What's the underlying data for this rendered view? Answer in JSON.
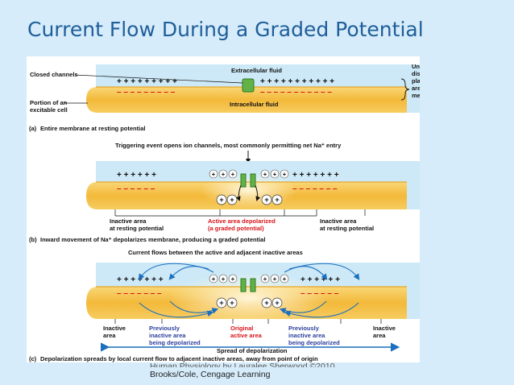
{
  "slide": {
    "title": "Current Flow During a Graded Potential",
    "credit_line1": "Human Physiology by Lauralee Sherwood ©2010",
    "credit_line2": "Brooks/Cole, Cengage Learning"
  },
  "colors": {
    "background": "#d6ecfb",
    "title": "#1f5e98",
    "extracellular": "#cde9f7",
    "cell": "#f6c24c",
    "active_label": "#d8151b",
    "region_label": "#2b3f9c",
    "arrow": "#1a6fbf"
  },
  "panel_a": {
    "extracellular_label": "Extracellular fluid",
    "intracellular_label": "Intracellular fluid",
    "closed_channels_label": "Closed channels",
    "portion_label_1": "Portion of an",
    "portion_label_2": "excitable cell",
    "unbalanced_1": "Unbalanced charges",
    "unbalanced_2": "distributed across the",
    "unbalanced_3": "plasma membrane that",
    "unbalanced_4": "are responsible for",
    "unbalanced_5": "membrane potential",
    "caption_letter": "(a)",
    "caption": "Entire membrane at resting potential"
  },
  "panel_b": {
    "trigger_label": "Triggering event opens ion channels, most commonly permitting net Na⁺ entry",
    "inactive_left_1": "Inactive area",
    "inactive_left_2": "at resting potential",
    "active_1": "Active area depolarized",
    "active_2": "(a graded potential)",
    "inactive_right_1": "Inactive area",
    "inactive_right_2": "at resting potential",
    "caption_letter": "(b)",
    "caption": "Inward movement of Na⁺ depolarizes membrane, producing a graded potential"
  },
  "panel_c": {
    "current_label": "Current flows between the active and adjacent inactive areas",
    "inactive_left_1": "Inactive",
    "inactive_left_2": "area",
    "prev_left_1": "Previously",
    "prev_left_2": "inactive area",
    "prev_left_3": "being depolarized",
    "original_1": "Original",
    "original_2": "active area",
    "prev_right_1": "Previously",
    "prev_right_2": "inactive area",
    "prev_right_3": "being depolarized",
    "inactive_right_1": "Inactive",
    "inactive_right_2": "area",
    "spread_label": "Spread of depolarization",
    "caption_letter": "(c)",
    "caption": "Depolarization spreads by local current flow to adjacent inactive areas, away from point of origin"
  }
}
